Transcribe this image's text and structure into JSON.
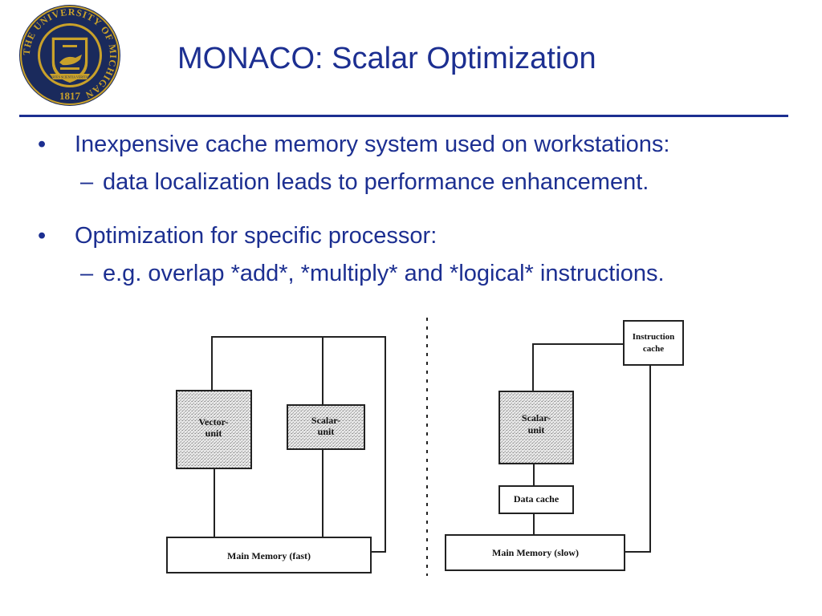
{
  "slide": {
    "title": "MONACO: Scalar Optimization",
    "colors": {
      "title": "#1c2f91",
      "rule": "#1c2f91",
      "seal_navy": "#1a2a5c",
      "seal_gold": "#c9a12a"
    }
  },
  "logo": {
    "ring_text": "THE UNIVERSITY OF MICHIGAN",
    "year": "1817",
    "motto": "ARTES SCIENTIA VERITAS"
  },
  "bullets": [
    {
      "marker": "•",
      "text": "Inexpensive cache memory system used on workstations:",
      "sub": {
        "marker": "–",
        "text": "data localization leads to performance enhancement."
      }
    },
    {
      "marker": "•",
      "text": "Optimization for specific processor:",
      "sub": {
        "marker": "–",
        "text": "e.g. overlap *add*, *multiply* and *logical* instructions."
      }
    }
  ],
  "diagram": {
    "left": {
      "vector_unit": [
        "Vector-",
        "unit"
      ],
      "scalar_unit": [
        "Scalar-",
        "unit"
      ],
      "main_memory": "Main Memory (fast)"
    },
    "right": {
      "instruction_cache": [
        "Instruction",
        "cache"
      ],
      "scalar_unit": [
        "Scalar-",
        "unit"
      ],
      "data_cache": "Data cache",
      "main_memory": "Main Memory (slow)"
    }
  }
}
